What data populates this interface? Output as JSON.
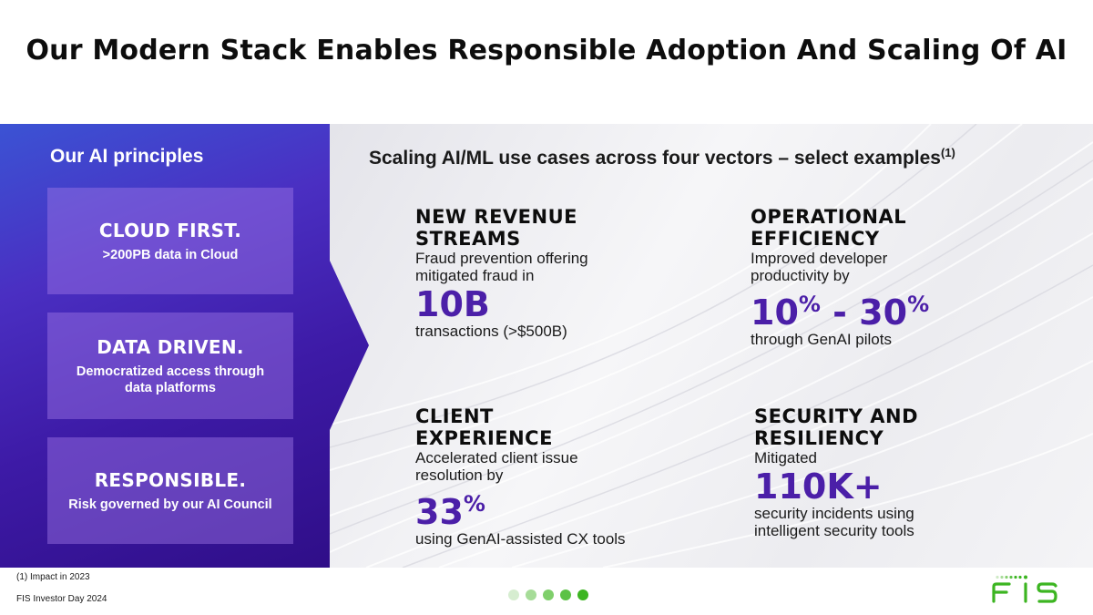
{
  "title": "Our Modern Stack Enables Responsible Adoption And Scaling Of AI",
  "principles": {
    "heading": "Our AI principles",
    "cards": [
      {
        "title": "CLOUD FIRST.",
        "text": ">200PB data in Cloud"
      },
      {
        "title": "DATA DRIVEN.",
        "text": "Democratized access through data platforms"
      },
      {
        "title": "RESPONSIBLE.",
        "text": "Risk governed by our AI Council"
      }
    ]
  },
  "vectors": {
    "heading": "Scaling AI/ML use cases across four vectors – select examples",
    "heading_sup": "(1)",
    "items": [
      {
        "title_line1": "NEW REVENUE",
        "title_line2": "STREAMS",
        "text_line1": "Fraud prevention offering",
        "text_line2": "mitigated fraud in",
        "value": "10B",
        "after_line1": "transactions (>$500B)",
        "after_line2": ""
      },
      {
        "title_line1": "OPERATIONAL",
        "title_line2": "EFFICIENCY",
        "text_line1": "Improved developer",
        "text_line2": "productivity by",
        "value_a": "10",
        "value_sep": " - 30",
        "pct": "%",
        "after_line1": "through GenAI pilots",
        "after_line2": ""
      },
      {
        "title_line1": "CLIENT",
        "title_line2": "EXPERIENCE",
        "text_line1": "Accelerated client issue",
        "text_line2": "resolution by",
        "value": "33",
        "pct": "%",
        "after_line1": "using GenAI-assisted CX tools",
        "after_line2": ""
      },
      {
        "title_line1": "SECURITY AND",
        "title_line2": "RESILIENCY",
        "text_line1": "Mitigated",
        "text_line2": "",
        "value": "110K+",
        "after_line1": "security incidents using",
        "after_line2": "intelligent security tools"
      }
    ]
  },
  "footnote": "(1) Impact in 2023",
  "footer": "FIS Investor Day 2024",
  "progress_dots": [
    "#d6edd0",
    "#a6dc98",
    "#7fcf6b",
    "#5cc246",
    "#3cb521"
  ],
  "logo_text": "FIS",
  "colors": {
    "accent_purple": "#4b1fa8",
    "brand_green": "#3cb521"
  }
}
